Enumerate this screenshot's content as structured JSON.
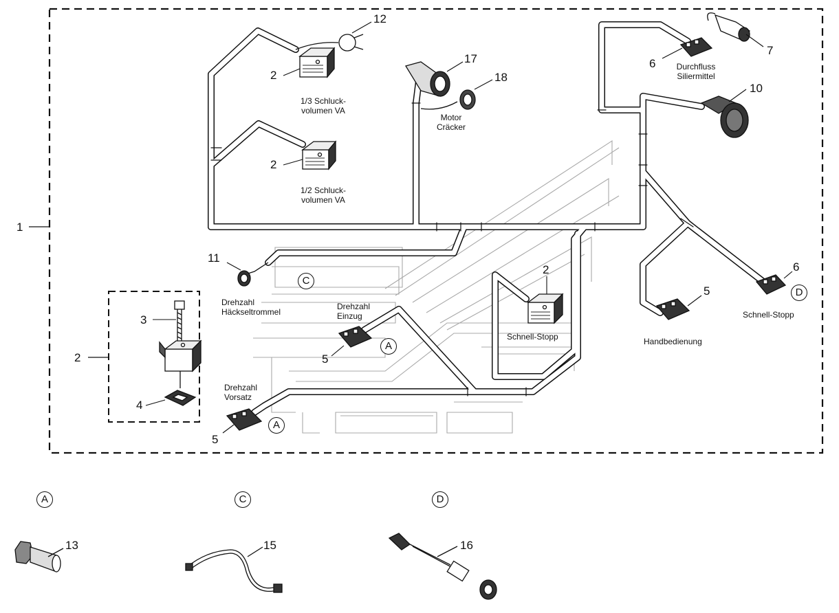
{
  "callouts": {
    "n1": "1",
    "n2a": "2",
    "n2b": "2",
    "n2c": "2",
    "n2d": "2",
    "n3": "3",
    "n4": "4",
    "n5a": "5",
    "n5b": "5",
    "n5c": "5",
    "n6a": "6",
    "n6b": "6",
    "n7": "7",
    "n10": "10",
    "n11": "11",
    "n12": "12",
    "n13": "13",
    "n15": "15",
    "n16": "16",
    "n17": "17",
    "n18": "18"
  },
  "labels": {
    "schluck_1_3": "1/3 Schluck-\nvolumen VA",
    "schluck_1_2": "1/2 Schluck-\nvolumen VA",
    "motor_cracker": "Motor\nCräcker",
    "durchfluss": "Durchfluss\nSiliermittel",
    "drehzahl_haecksel": "Drehzahl\nHäckseltrommel",
    "drehzahl_einzug": "Drehzahl\nEinzug",
    "drehzahl_vorsatz": "Drehzahl\nVorsatz",
    "schnell_stopp_center": "Schnell-Stopp",
    "schnell_stopp_right": "Schnell-Stopp",
    "handbedienung": "Handbedienung"
  },
  "refs": {
    "a1": "A",
    "a2": "A",
    "c1": "C",
    "d1": "D",
    "detail_a": "A",
    "detail_c": "C",
    "detail_d": "D"
  }
}
